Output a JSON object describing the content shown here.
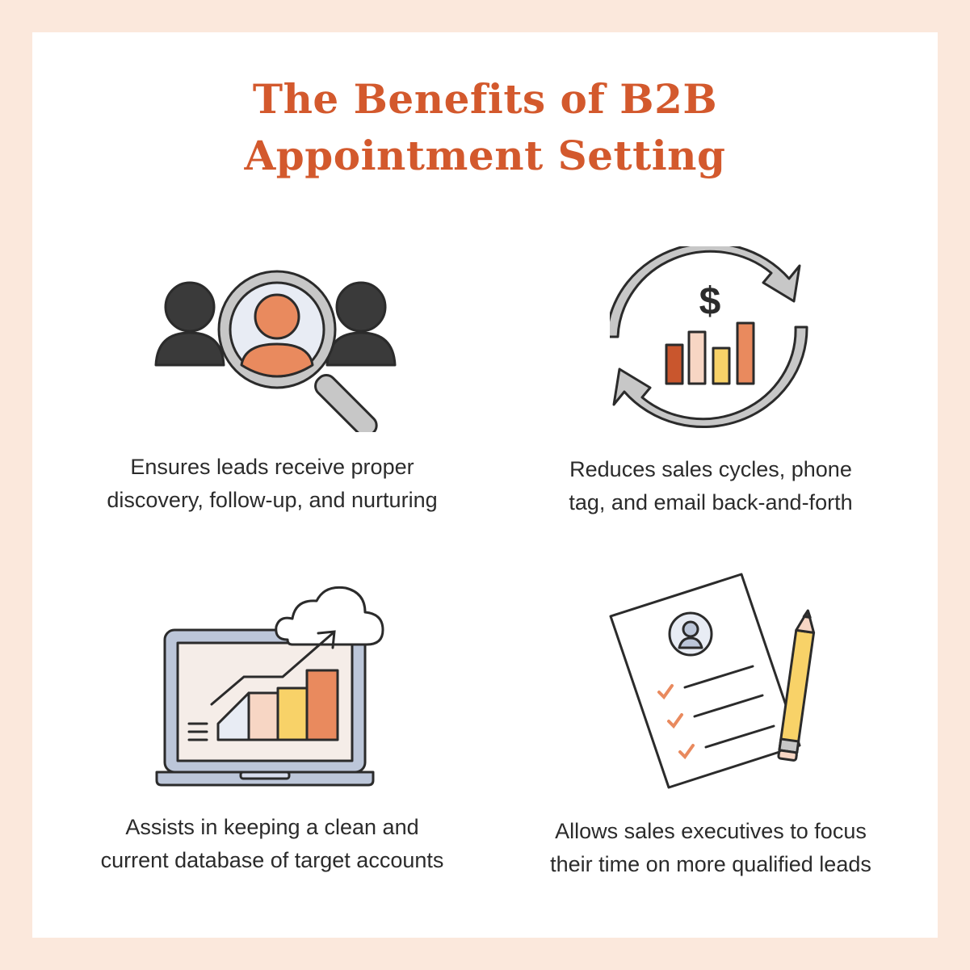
{
  "title": {
    "line1": "The Benefits of B2B",
    "line2": "Appointment Setting"
  },
  "colors": {
    "page_background": "#fbe8dc",
    "card_background": "#ffffff",
    "title": "#d3592d",
    "text": "#2b2b2b",
    "accent_orange": "#e98a5e",
    "accent_red": "#c9562d",
    "accent_peach": "#f7d6c4",
    "accent_yellow": "#f8d268",
    "dark": "#3a3a3a",
    "gray": "#c7c7c7"
  },
  "benefits": [
    {
      "icon": "people-magnifier-icon",
      "line1": "Ensures leads receive proper",
      "line2": "discovery, follow-up, and nurturing"
    },
    {
      "icon": "cycle-dollar-chart-icon",
      "line1": "Reduces sales cycles, phone",
      "line2": "tag, and email back-and-forth"
    },
    {
      "icon": "laptop-growth-cloud-icon",
      "line1": "Assists in keeping a clean and",
      "line2": "current database of target accounts"
    },
    {
      "icon": "checklist-pencil-icon",
      "line1": "Allows sales executives to focus",
      "line2": "their time on more qualified leads"
    }
  ]
}
